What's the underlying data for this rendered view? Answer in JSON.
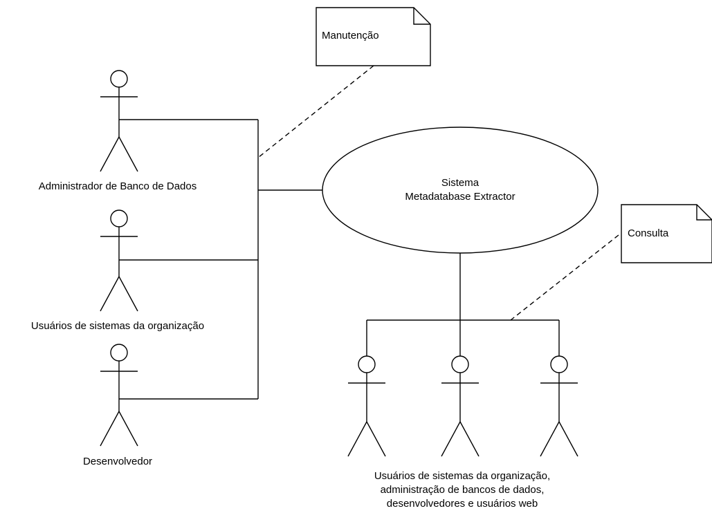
{
  "diagram": {
    "use_case": {
      "line1": "Sistema",
      "line2": "Metadatabase Extractor"
    },
    "notes": {
      "manutencao": "Manutenção",
      "consulta": "Consulta"
    },
    "actors": {
      "admin": "Administrador de Banco de Dados",
      "usuarios": "Usuários de sistemas da organização",
      "desenvolvedor": "Desenvolvedor",
      "group": {
        "line1": "Usuários de sistemas da organização,",
        "line2": "administração de bancos de dados,",
        "line3": "desenvolvedores e usuários web"
      }
    }
  }
}
